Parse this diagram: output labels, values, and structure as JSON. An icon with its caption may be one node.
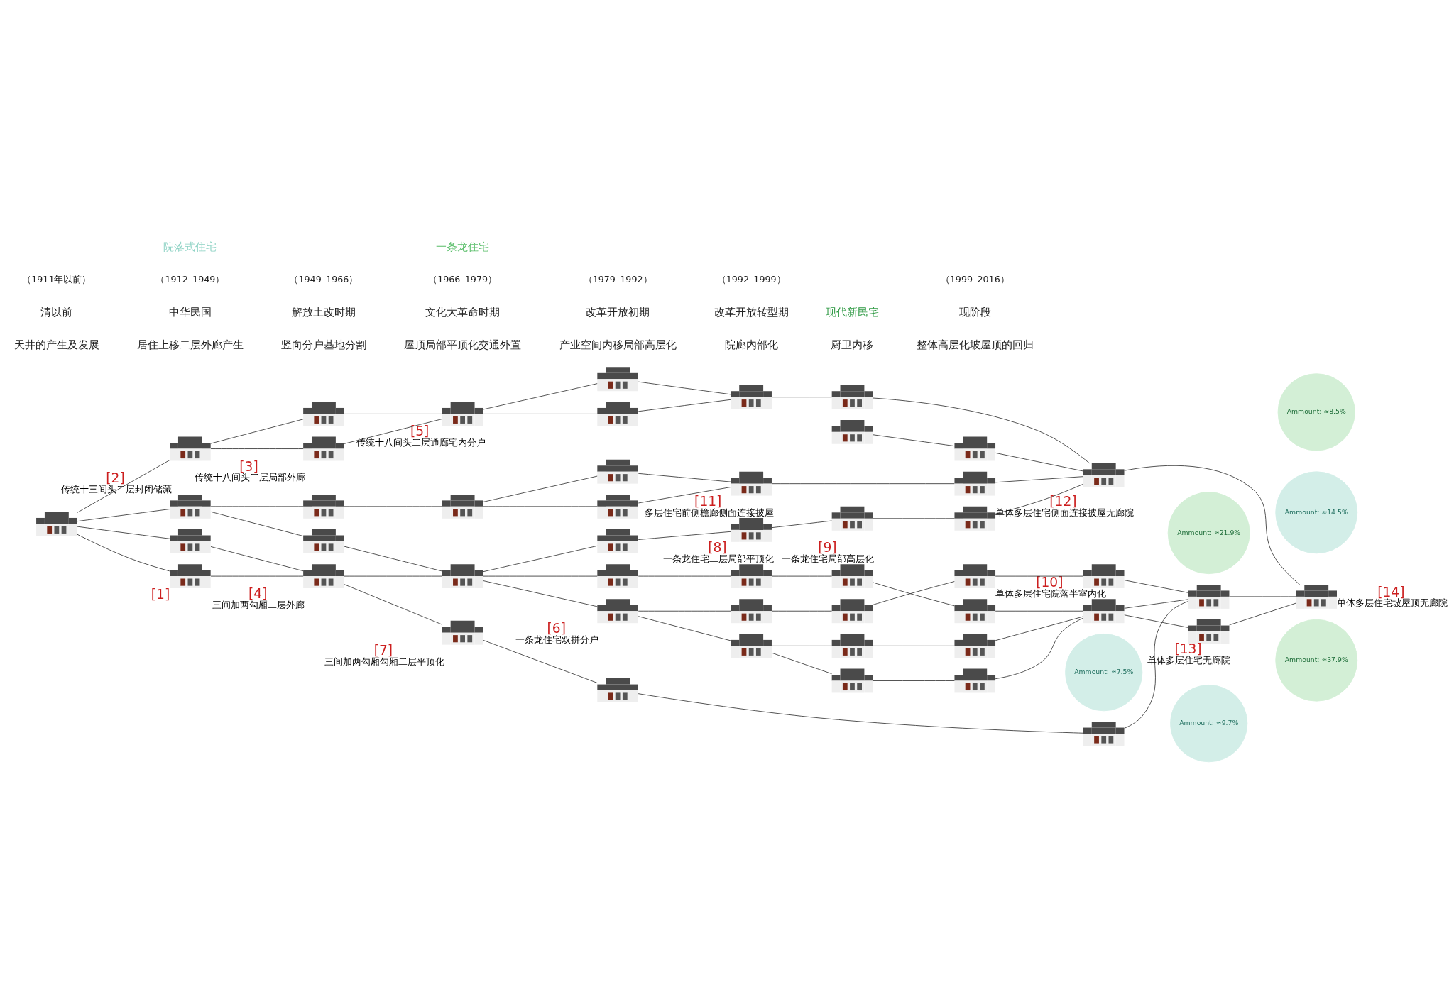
{
  "diagram": {
    "nodes": [
      {
        "text": [],
        "shape": "picture"
      },
      {
        "text": [],
        "shape": "picture",
        "beside": [
          "[1]"
        ]
      },
      {
        "text": [],
        "shape": "picture"
      },
      {
        "text": [],
        "shape": "picture",
        "beside": [
          "[4]",
          "三间加两勾厢二层外廊"
        ]
      },
      {
        "text": [],
        "shape": "picture",
        "beside": [
          "[7]",
          "三间加两勾厢勾厢二层平顶化"
        ]
      },
      {
        "text": [],
        "shape": "picture"
      },
      {
        "text": [],
        "shape": "picture"
      },
      {
        "text": [],
        "shape": "picture"
      },
      {
        "text": [],
        "shape": "picture",
        "beside": [
          "[14]",
          "单体多层住宅坡屋顶无廊院"
        ]
      },
      {
        "text": [],
        "shape": "picture"
      },
      {
        "text": [],
        "shape": "picture",
        "beside": [
          "[6]",
          "一条龙住宅双拼分户"
        ]
      },
      {
        "text": [],
        "shape": "picture"
      },
      {
        "text": [],
        "shape": "picture"
      },
      {
        "text": [],
        "shape": "picture"
      },
      {
        "text": [],
        "shape": "picture",
        "beside": [
          "[8]",
          "一条龙住宅二层局部平顶化"
        ]
      },
      {
        "text": [],
        "shape": "picture"
      },
      {
        "text": [],
        "shape": "picture"
      },
      {
        "text": [],
        "shape": "picture"
      },
      {
        "text": [],
        "shape": "picture"
      },
      {
        "text": [],
        "shape": "picture",
        "beside": [
          "[9]",
          "一条龙住宅局部高层化"
        ]
      },
      {
        "text": [],
        "shape": "picture"
      },
      {
        "text": [],
        "shape": "picture"
      },
      {
        "text": [],
        "shape": "picture"
      },
      {
        "text": [],
        "shape": "picture"
      },
      {
        "text": [],
        "shape": "picture",
        "beside": [
          "[10]",
          "单体多层住宅院落半室内化"
        ]
      },
      {
        "text": [],
        "shape": "picture"
      },
      {
        "text": [],
        "shape": "picture"
      },
      {
        "text": [],
        "shape": "picture"
      },
      {
        "text": [],
        "shape": "picture"
      },
      {
        "text": [],
        "shape": "picture",
        "beside": [
          "[13]",
          "单体多层住宅无廊院"
        ]
      },
      {
        "text": [],
        "shape": "picture"
      },
      {
        "text": [],
        "shape": "picture",
        "beside": [
          "[2]",
          "传统十三间头二层封闭储藏"
        ]
      },
      {
        "text": [],
        "shape": "picture"
      },
      {
        "text": [],
        "shape": "picture"
      },
      {
        "text": [],
        "shape": "picture"
      },
      {
        "text": [],
        "shape": "picture"
      },
      {
        "text": [],
        "shape": "picture",
        "beside": [
          "[3]",
          "传统十八间头二层局部外廊"
        ]
      },
      {
        "text": [],
        "shape": "picture"
      },
      {
        "text": [],
        "shape": "picture",
        "beside": [
          "[5]",
          "传统十八间头二层通廊宅内分户"
        ]
      },
      {
        "text": [],
        "shape": "picture"
      },
      {
        "text": [],
        "shape": "picture"
      },
      {
        "text": [],
        "shape": "picture"
      },
      {
        "text": [],
        "shape": "picture"
      },
      {
        "text": [],
        "shape": "picture",
        "beside": [
          "[11]",
          "多层住宅前侧檐廊侧面连接披屋"
        ]
      },
      {
        "text": [],
        "shape": "picture",
        "beside": [
          "[12]",
          "单体多层住宅侧面连接披屋无廊院"
        ]
      },
      {
        "text": [],
        "shape": "picture"
      },
      {
        "text": [],
        "shape": "picture"
      },
      {
        "text": [],
        "shape": "picture"
      },
      {
        "text": [],
        "shape": "picture"
      },
      {
        "text": [
          "Ammount: ≈9.7%"
        ]
      },
      {
        "text": [
          "Ammount: ≈7.5%"
        ]
      },
      {
        "text": [
          "Ammount: ≈21.9%"
        ]
      },
      {
        "text": [
          "Ammount: ≈37.9%"
        ]
      },
      {
        "text": [
          "Ammount: ≈14.5%"
        ]
      },
      {
        "text": [
          "Ammount: ≈8.5%"
        ]
      }
    ],
    "edges": [
      {
        "from": 0,
        "to": 1,
        "arrow": "none"
      },
      {
        "from": 0,
        "to": 2,
        "arrow": "none"
      },
      {
        "from": 0,
        "to": 31,
        "arrow": "none"
      },
      {
        "from": 0,
        "to": 35,
        "arrow": "none"
      },
      {
        "from": 1,
        "to": 3,
        "arrow": "none"
      },
      {
        "from": 2,
        "to": 3,
        "arrow": "none"
      },
      {
        "from": 3,
        "to": 4,
        "arrow": "none"
      },
      {
        "from": 4,
        "to": 5,
        "arrow": "none"
      },
      {
        "from": 5,
        "to": 6,
        "arrow": "none"
      },
      {
        "from": 6,
        "to": 7,
        "arrow": "none"
      },
      {
        "from": 7,
        "to": 8,
        "arrow": "none"
      },
      {
        "from": 3,
        "to": 9,
        "arrow": "none"
      },
      {
        "from": 31,
        "to": 32,
        "arrow": "none"
      },
      {
        "from": 31,
        "to": 33,
        "arrow": "none"
      },
      {
        "from": 35,
        "to": 34,
        "arrow": "none"
      },
      {
        "from": 35,
        "to": 36,
        "arrow": "none"
      },
      {
        "from": 32,
        "to": 9,
        "arrow": "none"
      },
      {
        "from": 33,
        "to": 37,
        "arrow": "none"
      },
      {
        "from": 34,
        "to": 38,
        "arrow": "none"
      },
      {
        "from": 36,
        "to": 38,
        "arrow": "none"
      },
      {
        "from": 9,
        "to": 10,
        "arrow": "none"
      },
      {
        "from": 9,
        "to": 11,
        "arrow": "none"
      },
      {
        "from": 9,
        "to": 12,
        "arrow": "none"
      },
      {
        "from": 10,
        "to": 13,
        "arrow": "none"
      },
      {
        "from": 10,
        "to": 16,
        "arrow": "none"
      },
      {
        "from": 11,
        "to": 14,
        "arrow": "none"
      },
      {
        "from": 12,
        "to": 15,
        "arrow": "none"
      },
      {
        "from": 13,
        "to": 17,
        "arrow": "none"
      },
      {
        "from": 13,
        "to": 18,
        "arrow": "none"
      },
      {
        "from": 14,
        "to": 19,
        "arrow": "none"
      },
      {
        "from": 15,
        "to": 20,
        "arrow": "none"
      },
      {
        "from": 16,
        "to": 21,
        "arrow": "none"
      },
      {
        "from": 17,
        "to": 22,
        "arrow": "none"
      },
      {
        "from": 18,
        "to": 23,
        "arrow": "none"
      },
      {
        "from": 19,
        "to": 24,
        "arrow": "none"
      },
      {
        "from": 20,
        "to": 25,
        "arrow": "none"
      },
      {
        "from": 21,
        "to": 26,
        "arrow": "none"
      },
      {
        "from": 22,
        "to": 27,
        "arrow": "none"
      },
      {
        "from": 23,
        "to": 27,
        "arrow": "none"
      },
      {
        "from": 24,
        "to": 27,
        "arrow": "none"
      },
      {
        "from": 27,
        "to": 29,
        "arrow": "none"
      },
      {
        "from": 27,
        "to": 7,
        "arrow": "none"
      },
      {
        "from": 25,
        "to": 30,
        "arrow": "none"
      },
      {
        "from": 26,
        "to": 28,
        "arrow": "none"
      },
      {
        "from": 28,
        "to": 7,
        "arrow": "none"
      },
      {
        "from": 37,
        "to": 39,
        "arrow": "none"
      },
      {
        "from": 37,
        "to": 40,
        "arrow": "none"
      },
      {
        "from": 38,
        "to": 41,
        "arrow": "none"
      },
      {
        "from": 38,
        "to": 42,
        "arrow": "none"
      },
      {
        "from": 39,
        "to": 43,
        "arrow": "none"
      },
      {
        "from": 40,
        "to": 43,
        "arrow": "none"
      },
      {
        "from": 41,
        "to": 47,
        "arrow": "none"
      },
      {
        "from": 42,
        "to": 47,
        "arrow": "none"
      },
      {
        "from": 43,
        "to": 44,
        "arrow": "none"
      },
      {
        "from": 45,
        "to": 46,
        "arrow": "none"
      },
      {
        "from": 47,
        "to": 48,
        "arrow": "none"
      },
      {
        "from": 44,
        "to": 30,
        "arrow": "none"
      },
      {
        "from": 46,
        "to": 30,
        "arrow": "none"
      },
      {
        "from": 48,
        "to": 30,
        "arrow": "none"
      },
      {
        "from": 29,
        "to": 8,
        "arrow": "none"
      },
      {
        "from": 30,
        "to": 8,
        "arrow": "none"
      }
    ],
    "labels": [
      "天井的产生及发展",
      "居住上移二层外廊产生",
      "竖向分户基地分割",
      "屋顶局部平顶化交通外置",
      "产业空间内移局部高层化",
      "院廊内部化",
      "厨卫内移",
      "整体高层化坡屋顶的回归",
      "清以前",
      "（1911年以前）",
      "中华民国",
      "（1912–1949）",
      "解放土改时期",
      "（1949–1966）",
      "文化大革命时期",
      "（1966–1979）",
      "改革开放初期",
      "（1979–1992）",
      "改革开放转型期",
      "（1992–1999）",
      "现阶段",
      "（1999–2016）",
      "院落式住宅",
      "一条龙住宅",
      "现代新民宅"
    ]
  }
}
